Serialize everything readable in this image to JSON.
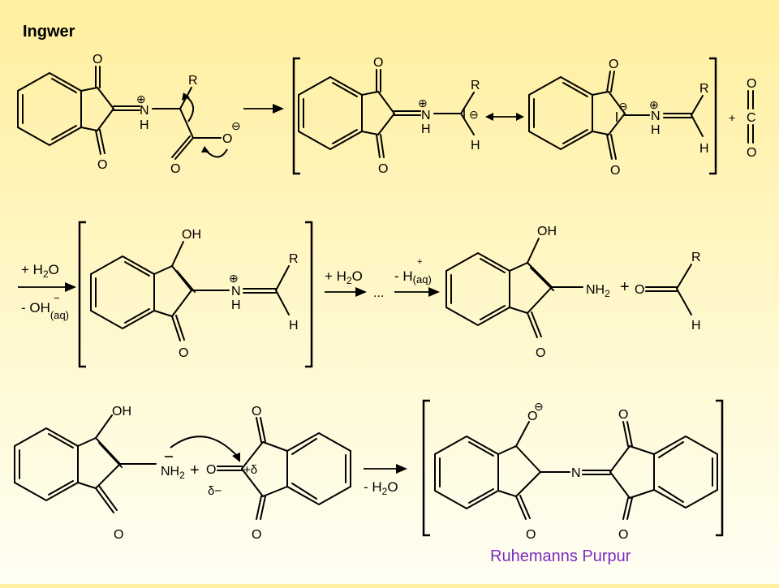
{
  "title": "Ingwer",
  "caption": "Ruhemanns Purpur",
  "colors": {
    "caption": "#7b2cbf",
    "text": "#000000"
  },
  "atoms": {
    "O": "O",
    "N": "N",
    "R": "R",
    "H": "H",
    "C": "C",
    "OH": "OH",
    "NH": "NH",
    "H2": "2",
    "sub2": "2"
  },
  "charges": {
    "plus_circle": "⊕",
    "minus_circle": "⊖",
    "plus": "+",
    "minus": "−",
    "delta_plus": "+δ",
    "delta_minus": "δ−"
  },
  "symbols": {
    "equilibrium": "↔",
    "plus_sign": "+",
    "ellipsis": "..."
  },
  "row2": {
    "reagent_top": "+ H",
    "reagent_top_tail": "O",
    "reagent_bottom": "- OH",
    "reagent_bottom_sub": "(aq)",
    "mid_top": "+ H",
    "mid_top_tail": "O",
    "mid_right": "- H",
    "mid_right_sub": "(aq)"
  },
  "row3": {
    "reagent": "- H",
    "reagent_tail": "O"
  }
}
